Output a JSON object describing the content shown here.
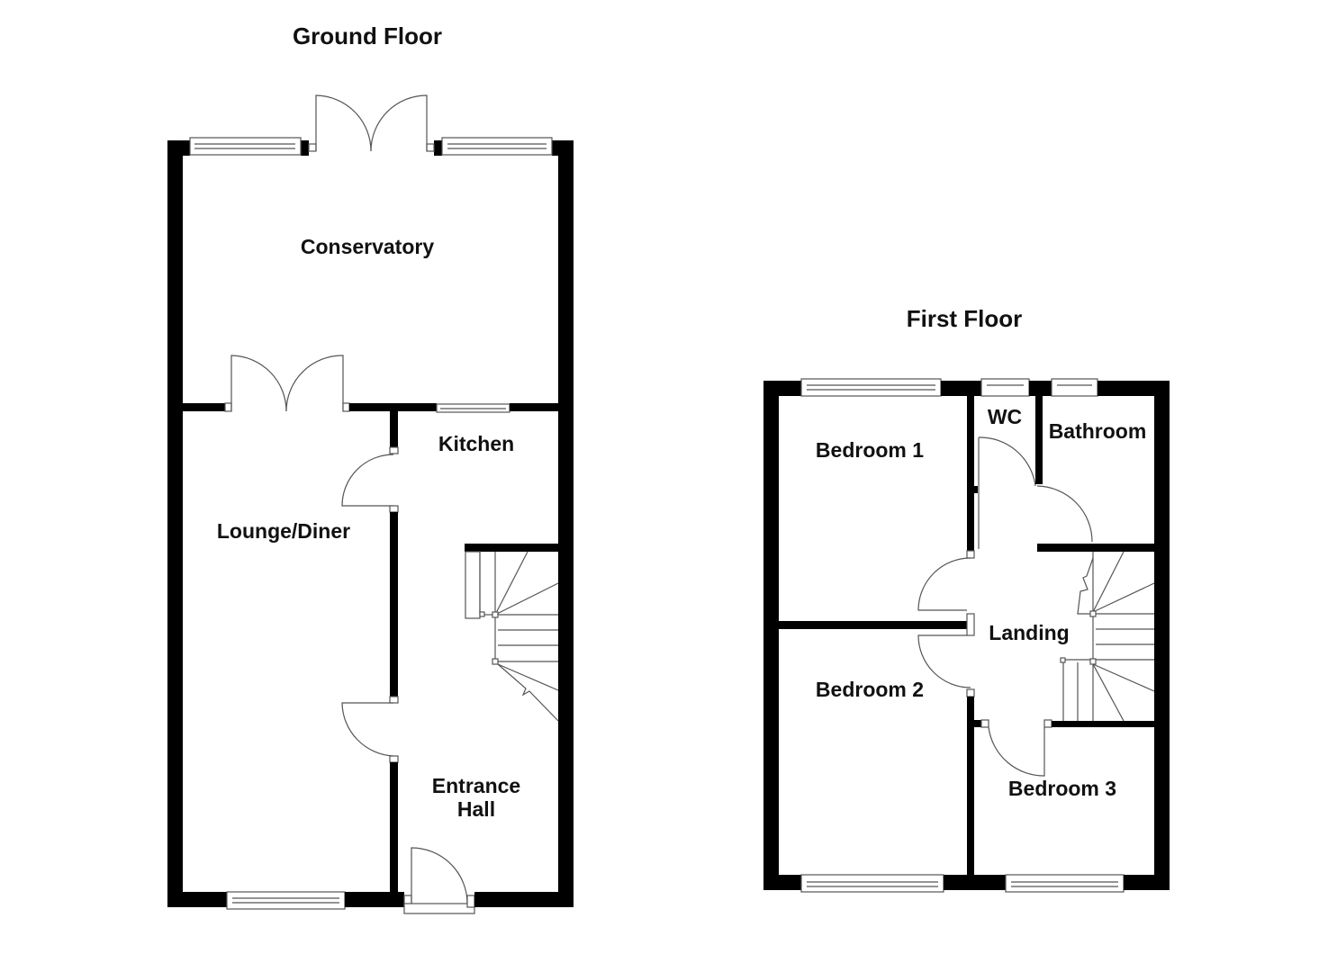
{
  "floors": [
    {
      "title": "Ground Floor",
      "rooms": [
        {
          "label": "Conservatory"
        },
        {
          "label": "Kitchen"
        },
        {
          "label": "Lounge/Diner"
        },
        {
          "label": "Entrance\nHall"
        }
      ]
    },
    {
      "title": "First Floor",
      "rooms": [
        {
          "label": "Bedroom 1"
        },
        {
          "label": "WC"
        },
        {
          "label": "Bathroom"
        },
        {
          "label": "Landing"
        },
        {
          "label": "Bedroom 2"
        },
        {
          "label": "Bedroom 3"
        }
      ]
    }
  ],
  "colors": {
    "wall": "#000000",
    "background": "#ffffff",
    "line": "#555555"
  }
}
